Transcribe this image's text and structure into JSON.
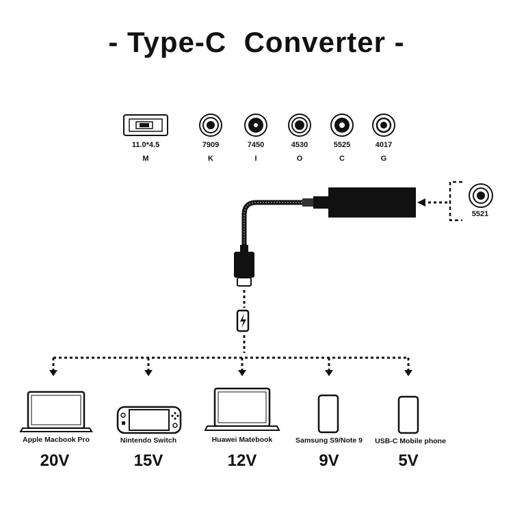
{
  "title": "- Type-C  Converter -",
  "tips": [
    {
      "code": "11.0*4.5",
      "letter": "M",
      "icon": "rectangular-tip-icon"
    },
    {
      "code": "7909",
      "letter": "K",
      "icon": "round-tip-icon"
    },
    {
      "code": "7450",
      "letter": "I",
      "icon": "round-tip-icon"
    },
    {
      "code": "4530",
      "letter": "O",
      "icon": "round-tip-icon"
    },
    {
      "code": "5525",
      "letter": "C",
      "icon": "round-tip-icon"
    },
    {
      "code": "4017",
      "letter": "G",
      "icon": "round-tip-icon"
    }
  ],
  "input_tip": {
    "code": "5521",
    "icon": "round-tip-icon"
  },
  "devices": [
    {
      "name": "Apple Macbook Pro",
      "voltage": "20V",
      "icon": "laptop-icon"
    },
    {
      "name": "Nintendo Switch",
      "voltage": "15V",
      "icon": "game-console-icon"
    },
    {
      "name": "Huawei Matebook",
      "voltage": "12V",
      "icon": "laptop-icon"
    },
    {
      "name": "Samsung  S9/Note 9",
      "voltage": "9V",
      "icon": "phone-icon"
    },
    {
      "name": "USB-C  Mobile  phone",
      "voltage": "5V",
      "icon": "phone-icon"
    }
  ],
  "colors": {
    "ink": "#111111",
    "background": "#ffffff"
  }
}
